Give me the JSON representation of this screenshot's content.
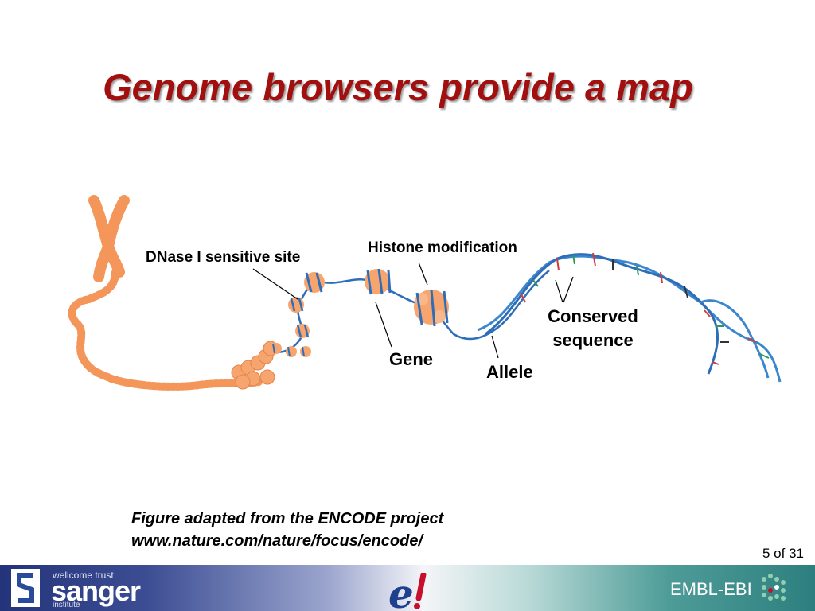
{
  "slide": {
    "title": "Genome browsers provide a map",
    "page_number": "5 of 31"
  },
  "figure": {
    "labels": {
      "dnase": "DNase I sensitive site",
      "histone": "Histone modification",
      "conserved_line1": "Conserved",
      "conserved_line2": "sequence",
      "gene": "Gene",
      "allele": "Allele"
    },
    "colors": {
      "chromatin": "#f4955a",
      "nucleosome": "#f6a56e",
      "dna": "#2e6db8",
      "title": "#a10f0f"
    }
  },
  "caption": {
    "line1": "Figure adapted from the ENCODE project",
    "line2": "www.nature.com/nature/focus/encode/"
  },
  "footer": {
    "wellcome": "wellcome trust",
    "sanger": "sanger",
    "institute": "institute",
    "ensembl_icon": "ensembl-e-logo",
    "embl": "EMBL-EBI"
  }
}
